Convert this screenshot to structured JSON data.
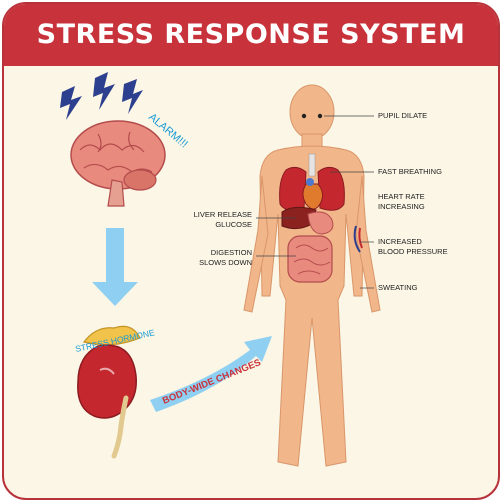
{
  "title": "STRESS RESPONSE SYSTEM",
  "brain_text": "ALARM!!!",
  "adrenal_text": "STRESS HORMONE",
  "arrow_text": "BODY-WIDE CHANGES",
  "labels": {
    "pupil": "PUPIL DILATE",
    "breathing": "FAST BREATHING",
    "heart_line1": "HEART RATE",
    "heart_line2": "INCREASING",
    "liver_line1": "LIVER RELEASE",
    "liver_line2": "GLUCOSE",
    "digestion_line1": "DIGESTION",
    "digestion_line2": "SLOWS DOWN",
    "bp_line1": "INCREASED",
    "bp_line2": "BLOOD PRESSURE",
    "sweating": "SWEATING"
  },
  "colors": {
    "banner": "#c8323b",
    "background": "#fbf6e5",
    "body": "#f1b68a",
    "arrow": "#8fd0f2",
    "accent_text": "#1a9bd7",
    "arrow_text": "#c8323b"
  }
}
